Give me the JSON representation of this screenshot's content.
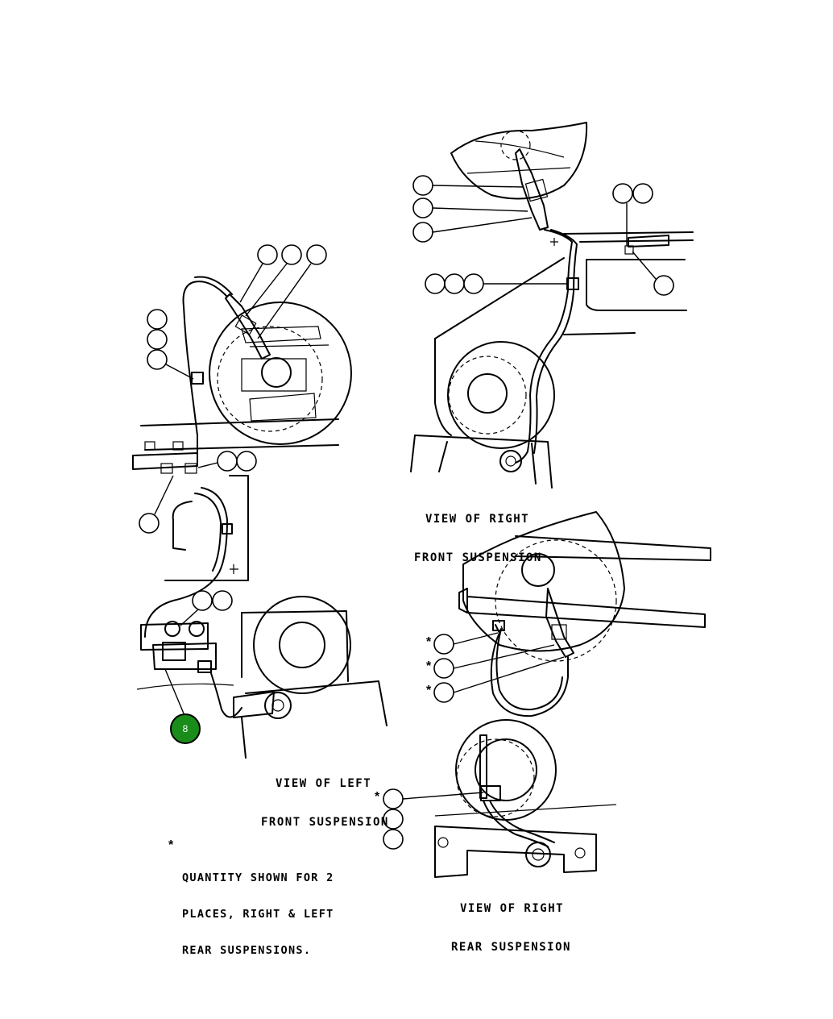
{
  "captions": {
    "right_front": [
      "VIEW OF RIGHT",
      "FRONT SUSPENSION"
    ],
    "left_front": [
      "VIEW OF LEFT",
      "FRONT SUSPENSION"
    ],
    "right_rear": [
      "VIEW OF RIGHT",
      "REAR SUSPENSION"
    ]
  },
  "note": {
    "marker": "*",
    "lines": [
      "QUANTITY SHOWN FOR 2",
      "PLACES, RIGHT & LEFT",
      "REAR SUSPENSIONS."
    ]
  },
  "highlighted_callout": {
    "label": "8",
    "color": "#1a8c1a"
  },
  "asterisk_marker": "*"
}
